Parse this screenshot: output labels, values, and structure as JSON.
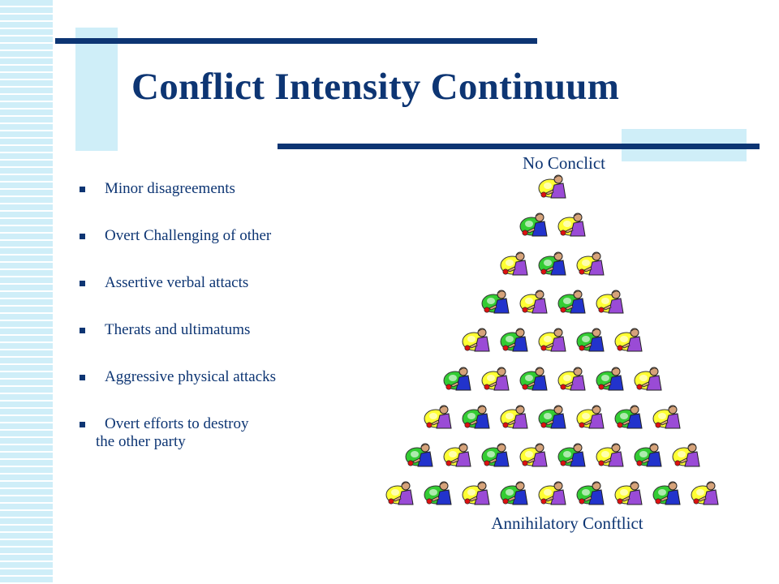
{
  "slide": {
    "title": "Conflict Intensity Continuum",
    "bullets": [
      "Minor disagreements",
      "Overt Challenging of other",
      "Assertive verbal attacts",
      "Therats and ultimatums",
      "Aggressive physical attacks",
      "Overt efforts to destroy"
    ],
    "bullet_continuation": "the other party",
    "scale_top_label": "No Conclict",
    "scale_bottom_label": "Annihilatory Conftlict",
    "pyramid_rows": [
      1,
      2,
      3,
      4,
      5,
      6,
      7,
      8,
      9
    ],
    "colors": {
      "title": "#0d3573",
      "accent": "#cfeef8",
      "figure_blue": "#2233cc",
      "figure_purple": "#9a4bd6",
      "figure_yellow": "#ffff33",
      "figure_green": "#33cc33",
      "figure_red": "#dd1111"
    },
    "icons": [
      "person-confrontation-icon"
    ]
  }
}
